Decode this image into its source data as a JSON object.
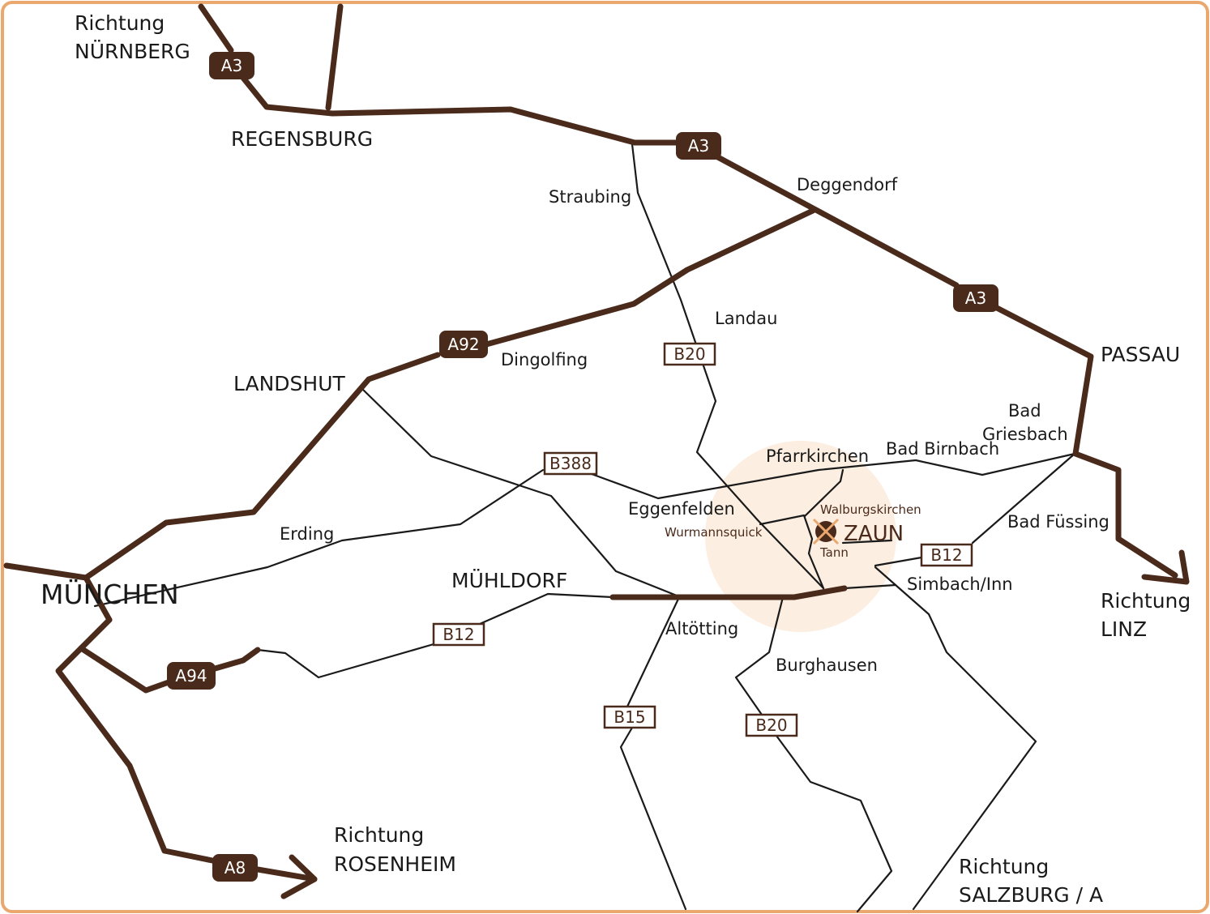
{
  "colors": {
    "frame": "#eaa86f",
    "highway": "#4a2a1a",
    "road": "#1a1a1a",
    "highlight": "#fcefe2",
    "marker": "#4a2a1a",
    "marker_cross": "#eaa86f"
  },
  "icons": {
    "destination": "circle-x-marker-icon",
    "direction": "arrow-right-icon"
  },
  "places": {
    "richtung_nuernberg_1": "Richtung",
    "richtung_nuernberg_2": "NÜRNBERG",
    "regensburg": "REGENSBURG",
    "straubing": "Straubing",
    "deggendorf": "Deggendorf",
    "landau": "Landau",
    "dingolfing": "Dingolfing",
    "landshut": "LANDSHUT",
    "passau": "PASSAU",
    "bad_griesbach_1": "Bad",
    "bad_griesbach_2": "Griesbach",
    "bad_birnbach": "Bad Birnbach",
    "pfarrkirchen": "Pfarrkirchen",
    "eggenfelden": "Eggenfelden",
    "walburgskirchen": "Walburgskirchen",
    "wurmannsquick": "Wurmannsquick",
    "zaun": "ZAUN",
    "tann": "Tann",
    "bad_fuessing": "Bad Füssing",
    "erding": "Erding",
    "muenchen": "MÜNCHEN",
    "muehldorf": "MÜHLDORF",
    "simbach": "Simbach/Inn",
    "altoetting": "Altötting",
    "burghausen": "Burghausen",
    "richtung_linz_1": "Richtung",
    "richtung_linz_2": "LINZ",
    "richtung_rosenheim_1": "Richtung",
    "richtung_rosenheim_2": "ROSENHEIM",
    "richtung_salzburg_1": "Richtung",
    "richtung_salzburg_2": "SALZBURG / A"
  },
  "shields": {
    "a3_north": "A3",
    "a3_regensburg": "A3",
    "a3_passau": "A3",
    "a92": "A92",
    "a94": "A94",
    "a8": "A8",
    "b20_north": "B20",
    "b20_south": "B20",
    "b388": "B388",
    "b12_west": "B12",
    "b12_east": "B12",
    "b15": "B15"
  }
}
